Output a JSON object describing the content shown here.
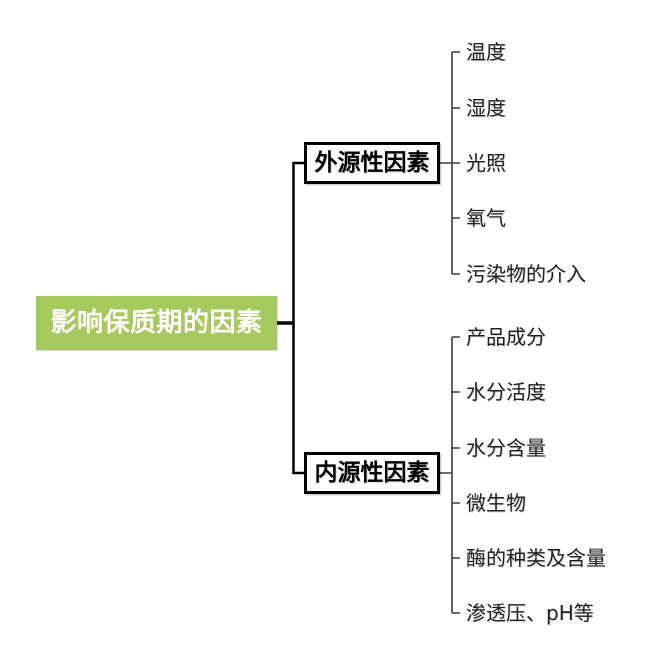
{
  "root": {
    "label": "影响保质期的因素"
  },
  "branches": [
    {
      "id": "external",
      "label": "外源性因素",
      "children": [
        "温度",
        "湿度",
        "光照",
        "氧气",
        "污染物的介入"
      ]
    },
    {
      "id": "internal",
      "label": "内源性因素",
      "children": [
        "产品成分",
        "水分活度",
        "水分含量",
        "微生物",
        "酶的种类及含量",
        "渗透压、pH等"
      ]
    }
  ],
  "colors": {
    "root_bg": "#a5c95c",
    "root_text": "#ffffff",
    "branch_border": "#000000",
    "branch_text": "#000000",
    "leaf_text": "#1f1f1f",
    "connector_main": "#000000",
    "connector_child": "#3d3d3d"
  }
}
